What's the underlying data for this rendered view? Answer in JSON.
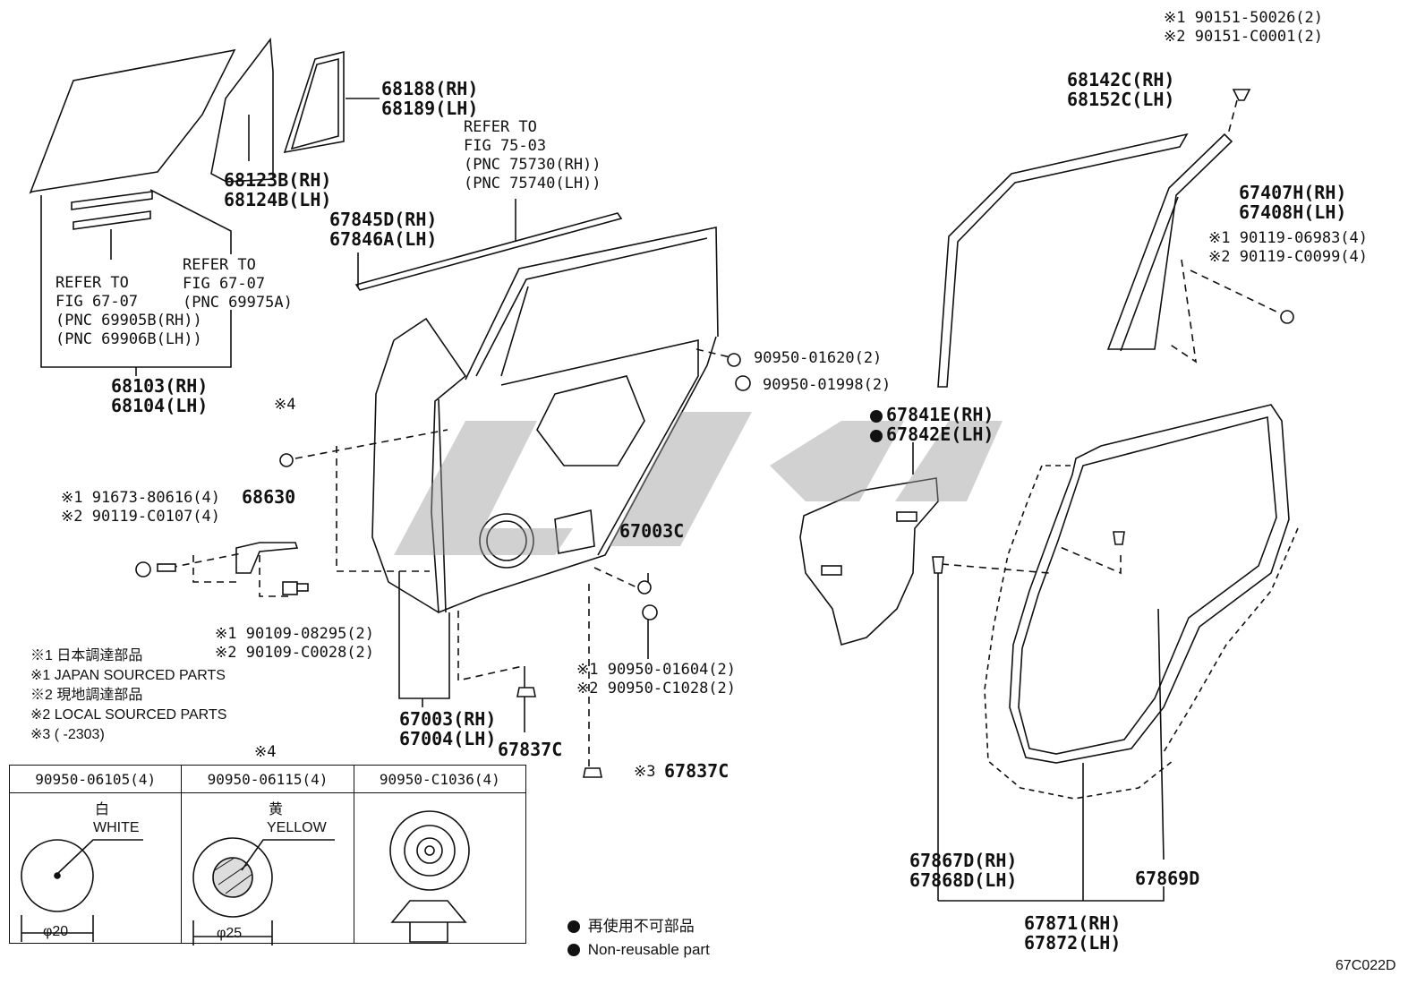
{
  "labels": {
    "glass_rh": "68103(RH)",
    "glass_lh": "68104(LH)",
    "glass_run_rh": "68123B(RH)",
    "glass_run_lh": "68124B(LH)",
    "qtr_glass_rh": "68188(RH)",
    "qtr_glass_lh": "68189(LH)",
    "refer_a": [
      "REFER TO",
      "FIG 67-07",
      "(PNC 69905B(RH))",
      "(PNC 69906B(LH))"
    ],
    "refer_b": [
      "REFER TO",
      "FIG 67-07",
      "(PNC 69975A)"
    ],
    "refer_c": [
      "REFER TO",
      "FIG 75-03",
      "(PNC 75730(RH))",
      "(PNC 75740(LH))"
    ],
    "belt_rh": "67845D(RH)",
    "belt_lh": "67846A(LH)",
    "frame_rh": "68142C(RH)",
    "frame_lh": "68152C(LH)",
    "sash_rh": "67407H(RH)",
    "sash_lh": "67408H(LH)",
    "screw_top_1": "※1 90151-50026(2)",
    "screw_top_2": "※2 90151-C0001(2)",
    "screw_mid_1": "※1 90119-06983(4)",
    "screw_mid_2": "※2 90119-C0099(4)",
    "plug_a": "90950-01620(2)",
    "plug_b": "90950-01998(2)",
    "hole_mark": "※4",
    "hinge_bolt_1": "※1 91673-80616(4)",
    "hinge_bolt_2": "※2 90119-C0107(4)",
    "hinge": "68630",
    "pin_1": "※1 90109-08295(2)",
    "pin_2": "※2 90109-C0028(2)",
    "plug_c": "67003C",
    "plug_d_1": "※1 90950-01604(2)",
    "plug_d_2": "※2 90950-C1028(2)",
    "panel_rh": "67003(RH)",
    "panel_lh": "67004(LH)",
    "clip_a": "67837C",
    "clip_b_mark": "※3",
    "clip_b": "67837C",
    "cover_rh": "67841E(RH)",
    "cover_lh": "67842E(LH)",
    "ws_a_rh": "67867D(RH)",
    "ws_a_lh": "67868D(LH)",
    "ws_b": "67869D",
    "ws_main_rh": "67871(RH)",
    "ws_main_lh": "67872(LH)",
    "ref_code": "67C022D"
  },
  "notes": [
    "※1 日本調達部品",
    "※1 JAPAN SOURCED PARTS",
    "※2 現地調達部品",
    "※2 LOCAL SOURCED PARTS",
    "※3 (     -2303)"
  ],
  "hole_plug_table": {
    "title_mark": "※4",
    "columns": [
      "90950-06105(4)",
      "90950-06115(4)",
      "90950-C1036(4)"
    ],
    "col1_color_jp": "白",
    "col1_color_en": "WHITE",
    "col1_dia": "φ20",
    "col2_color_jp": "黄",
    "col2_color_en": "YELLOW",
    "col2_dia": "φ25"
  },
  "legend": {
    "non_reusable_jp": "再使用不可部品",
    "non_reusable_en": "Non-reusable part"
  }
}
